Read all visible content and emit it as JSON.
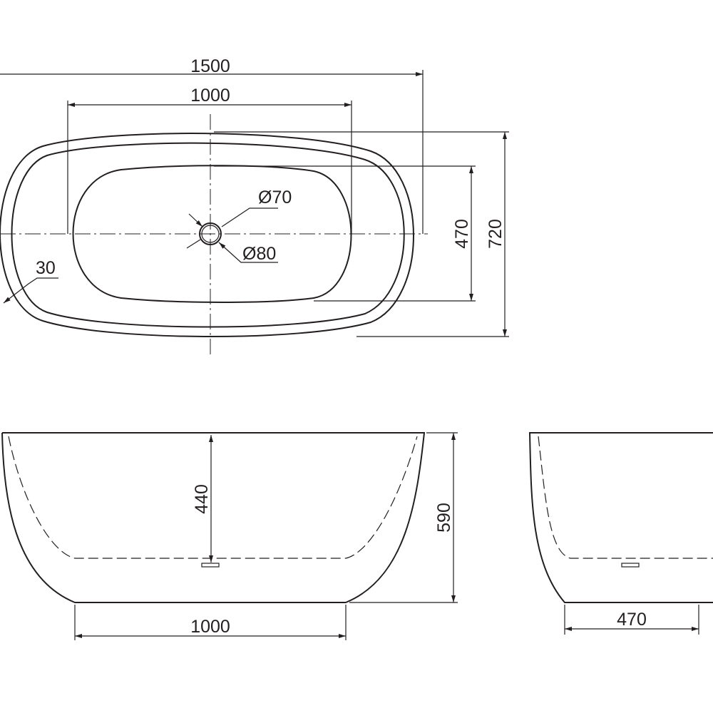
{
  "top_view": {
    "overall_length": "1500",
    "inner_length": "1000",
    "overall_width": "720",
    "inner_width": "470",
    "rim_thickness": "30",
    "drain_inner_diameter": "Ø70",
    "drain_outer_diameter": "Ø80"
  },
  "side_view": {
    "inner_depth": "440",
    "overall_height": "590",
    "base_length": "1000"
  },
  "end_view": {
    "base_width": "470"
  },
  "colors": {
    "line": "#231f20",
    "background": "#ffffff"
  }
}
